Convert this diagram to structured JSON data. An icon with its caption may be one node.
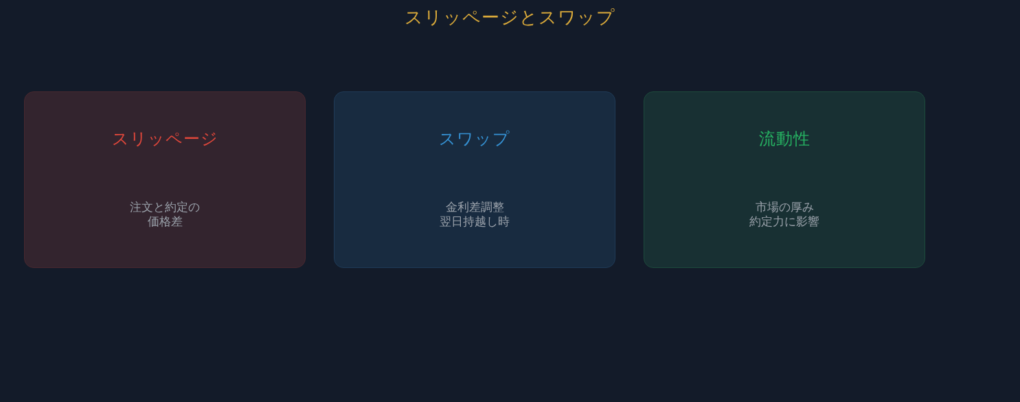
{
  "diagram": {
    "title": "スリッページとスワップ",
    "nodes": [
      {
        "text": [
          "スリッページ",
          "注文と約定の価格差"
        ]
      },
      {
        "text": [
          "スワップ",
          "金利差調整",
          "翌日持越し時"
        ]
      },
      {
        "text": [
          "流動性",
          "市場の厚み",
          "約定力に影響"
        ]
      }
    ]
  }
}
